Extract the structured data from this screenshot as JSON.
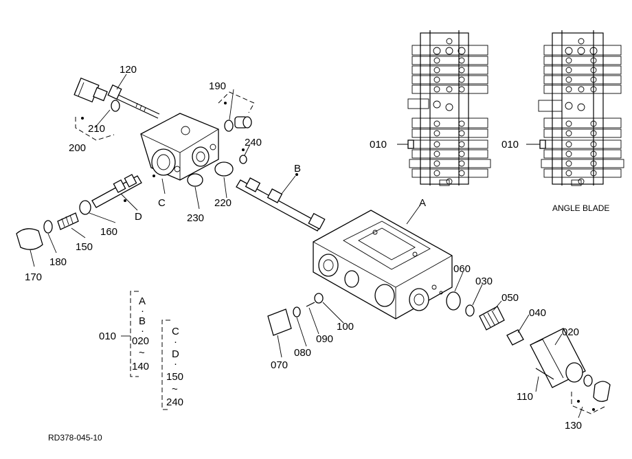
{
  "callouts": {
    "p010_left": "010",
    "p010_right": "010",
    "p010_legend": "010",
    "p020": "020",
    "p030": "030",
    "p040": "040",
    "p050": "050",
    "p060": "060",
    "p070": "070",
    "p080": "080",
    "p090": "090",
    "p100": "100",
    "p110": "110",
    "p120": "120",
    "p130": "130",
    "p150": "150",
    "p160": "160",
    "p170": "170",
    "p180": "180",
    "p190": "190",
    "p200": "200",
    "p210": "210",
    "p220": "220",
    "p230": "230",
    "p240": "240",
    "a": "A",
    "b": "B",
    "c": "C",
    "d": "D"
  },
  "inset_right_caption": "ANGLE BLADE",
  "legend": {
    "group1": [
      "A",
      "·",
      "B",
      "·",
      "020",
      "~",
      "140"
    ],
    "group2": [
      "C",
      "·",
      "D",
      "·",
      "150",
      "~",
      "240"
    ]
  },
  "drawing_code": "RD378-045-10"
}
